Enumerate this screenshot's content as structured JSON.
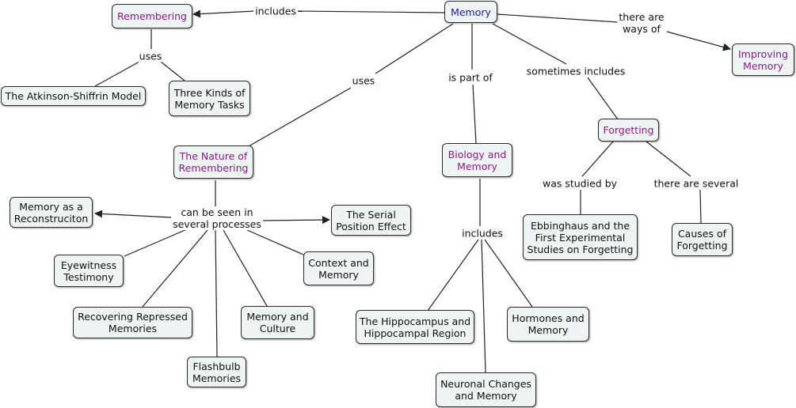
{
  "colors": {
    "line": "#222222",
    "node_fill": "#eef3f4",
    "node_border": "#2b2b2b",
    "topic_text": "#8b1a8b",
    "root_text": "#1a1aa6"
  },
  "nodes": {
    "memory": "Memory",
    "remembering": "Remembering",
    "atkinson_shiffrin": "The Atkinson-Shiffrin Model",
    "three_kinds": "Three Kinds of\nMemory Tasks",
    "improving_memory": "Improving\nMemory",
    "forgetting": "Forgetting",
    "nature_of_remembering": "The Nature of\nRemembering",
    "biology_and_memory": "Biology and\nMemory",
    "reconstruction": "Memory as a\nReconstruciton",
    "serial_position": "The Serial\nPosition Effect",
    "eyewitness": "Eyewitness\nTestimony",
    "context_memory": "Context and\nMemory",
    "repressed": "Recovering Repressed\nMemories",
    "culture": "Memory and\nCulture",
    "flashbulb": "Flashbulb\nMemories",
    "hippocampus": "The Hippocampus and\nHippocampal Region",
    "hormones": "Hormones and\nMemory",
    "neuronal": "Neuronal Changes\nand Memory",
    "ebbinghaus": "Ebbinghaus and the\nFirst Experimental\nStudies on Forgetting",
    "causes_forgetting": "Causes of\nForgetting"
  },
  "links": {
    "includes_1": "includes",
    "uses_1": "uses",
    "uses_2": "uses",
    "is_part_of": "is part of",
    "sometimes_includes": "sometimes includes",
    "there_are_ways_of": "there are\nways of",
    "can_be_seen": "can be seen in\nseveral processes",
    "includes_2": "includes",
    "was_studied_by": "was studied by",
    "there_are_several": "there are several"
  }
}
